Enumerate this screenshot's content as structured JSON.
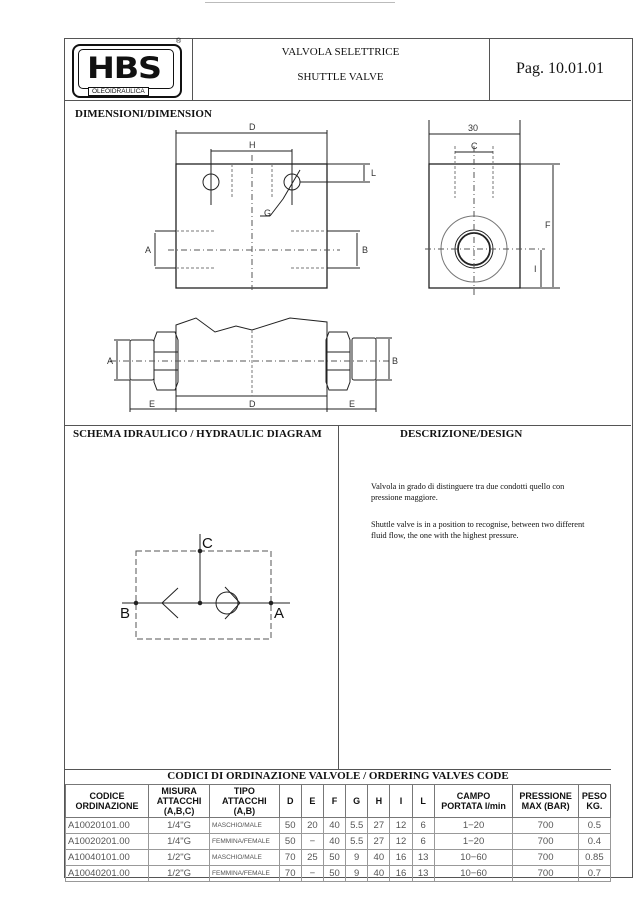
{
  "header": {
    "logo": {
      "brand": "HBS",
      "subtitle": "OLEOIDRAULICA",
      "registered": "®"
    },
    "title_it": "VALVOLA SELETTRICE",
    "title_en": "SHUTTLE VALVE",
    "page": "Pag. 10.01.01"
  },
  "dimensions": {
    "title": "DIMENSIONI/DIMENSION",
    "labels": {
      "D": "D",
      "H": "H",
      "G": "G",
      "A": "A",
      "B": "B",
      "L": "L",
      "C": "C",
      "F": "F",
      "I": "I",
      "E": "E",
      "width_30": "30"
    }
  },
  "hydraulic": {
    "title": "SCHEMA IDRAULICO / HYDRAULIC DIAGRAM",
    "ports": {
      "A": "A",
      "B": "B",
      "C": "C"
    }
  },
  "description": {
    "title": "DESCRIZIONE/DESIGN",
    "text_it": "Valvola in grado di distinguere tra due condotti quello con pressione maggiore.",
    "text_en": "Shuttle valve is in a position to recognise, between two different fluid flow, the one with the highest pressure."
  },
  "ordering": {
    "title": "CODICI DI ORDINAZIONE VALVOLE / ORDERING VALVES CODE",
    "columns": [
      "CODICE ORDINAZIONE",
      "MISURA ATTACCHI (A,B,C)",
      "TIPO ATTACCHI (A,B)",
      "D",
      "E",
      "F",
      "G",
      "H",
      "I",
      "L",
      "CAMPO PORTATA l/min",
      "PRESSIONE MAX (BAR)",
      "PESO KG."
    ],
    "rows": [
      [
        "A10020101.00",
        "1/4\"G",
        "MASCHIO/MALE",
        "50",
        "20",
        "40",
        "5.5",
        "27",
        "12",
        "6",
        "1−20",
        "700",
        "0.5"
      ],
      [
        "A10020201.00",
        "1/4\"G",
        "FEMMINA/FEMALE",
        "50",
        "−",
        "40",
        "5.5",
        "27",
        "12",
        "6",
        "1−20",
        "700",
        "0.4"
      ],
      [
        "A10040101.00",
        "1/2\"G",
        "MASCHIO/MALE",
        "70",
        "25",
        "50",
        "9",
        "40",
        "16",
        "13",
        "10−60",
        "700",
        "0.85"
      ],
      [
        "A10040201.00",
        "1/2\"G",
        "FEMMINA/FEMALE",
        "70",
        "−",
        "50",
        "9",
        "40",
        "16",
        "13",
        "10−60",
        "700",
        "0.7"
      ]
    ]
  }
}
